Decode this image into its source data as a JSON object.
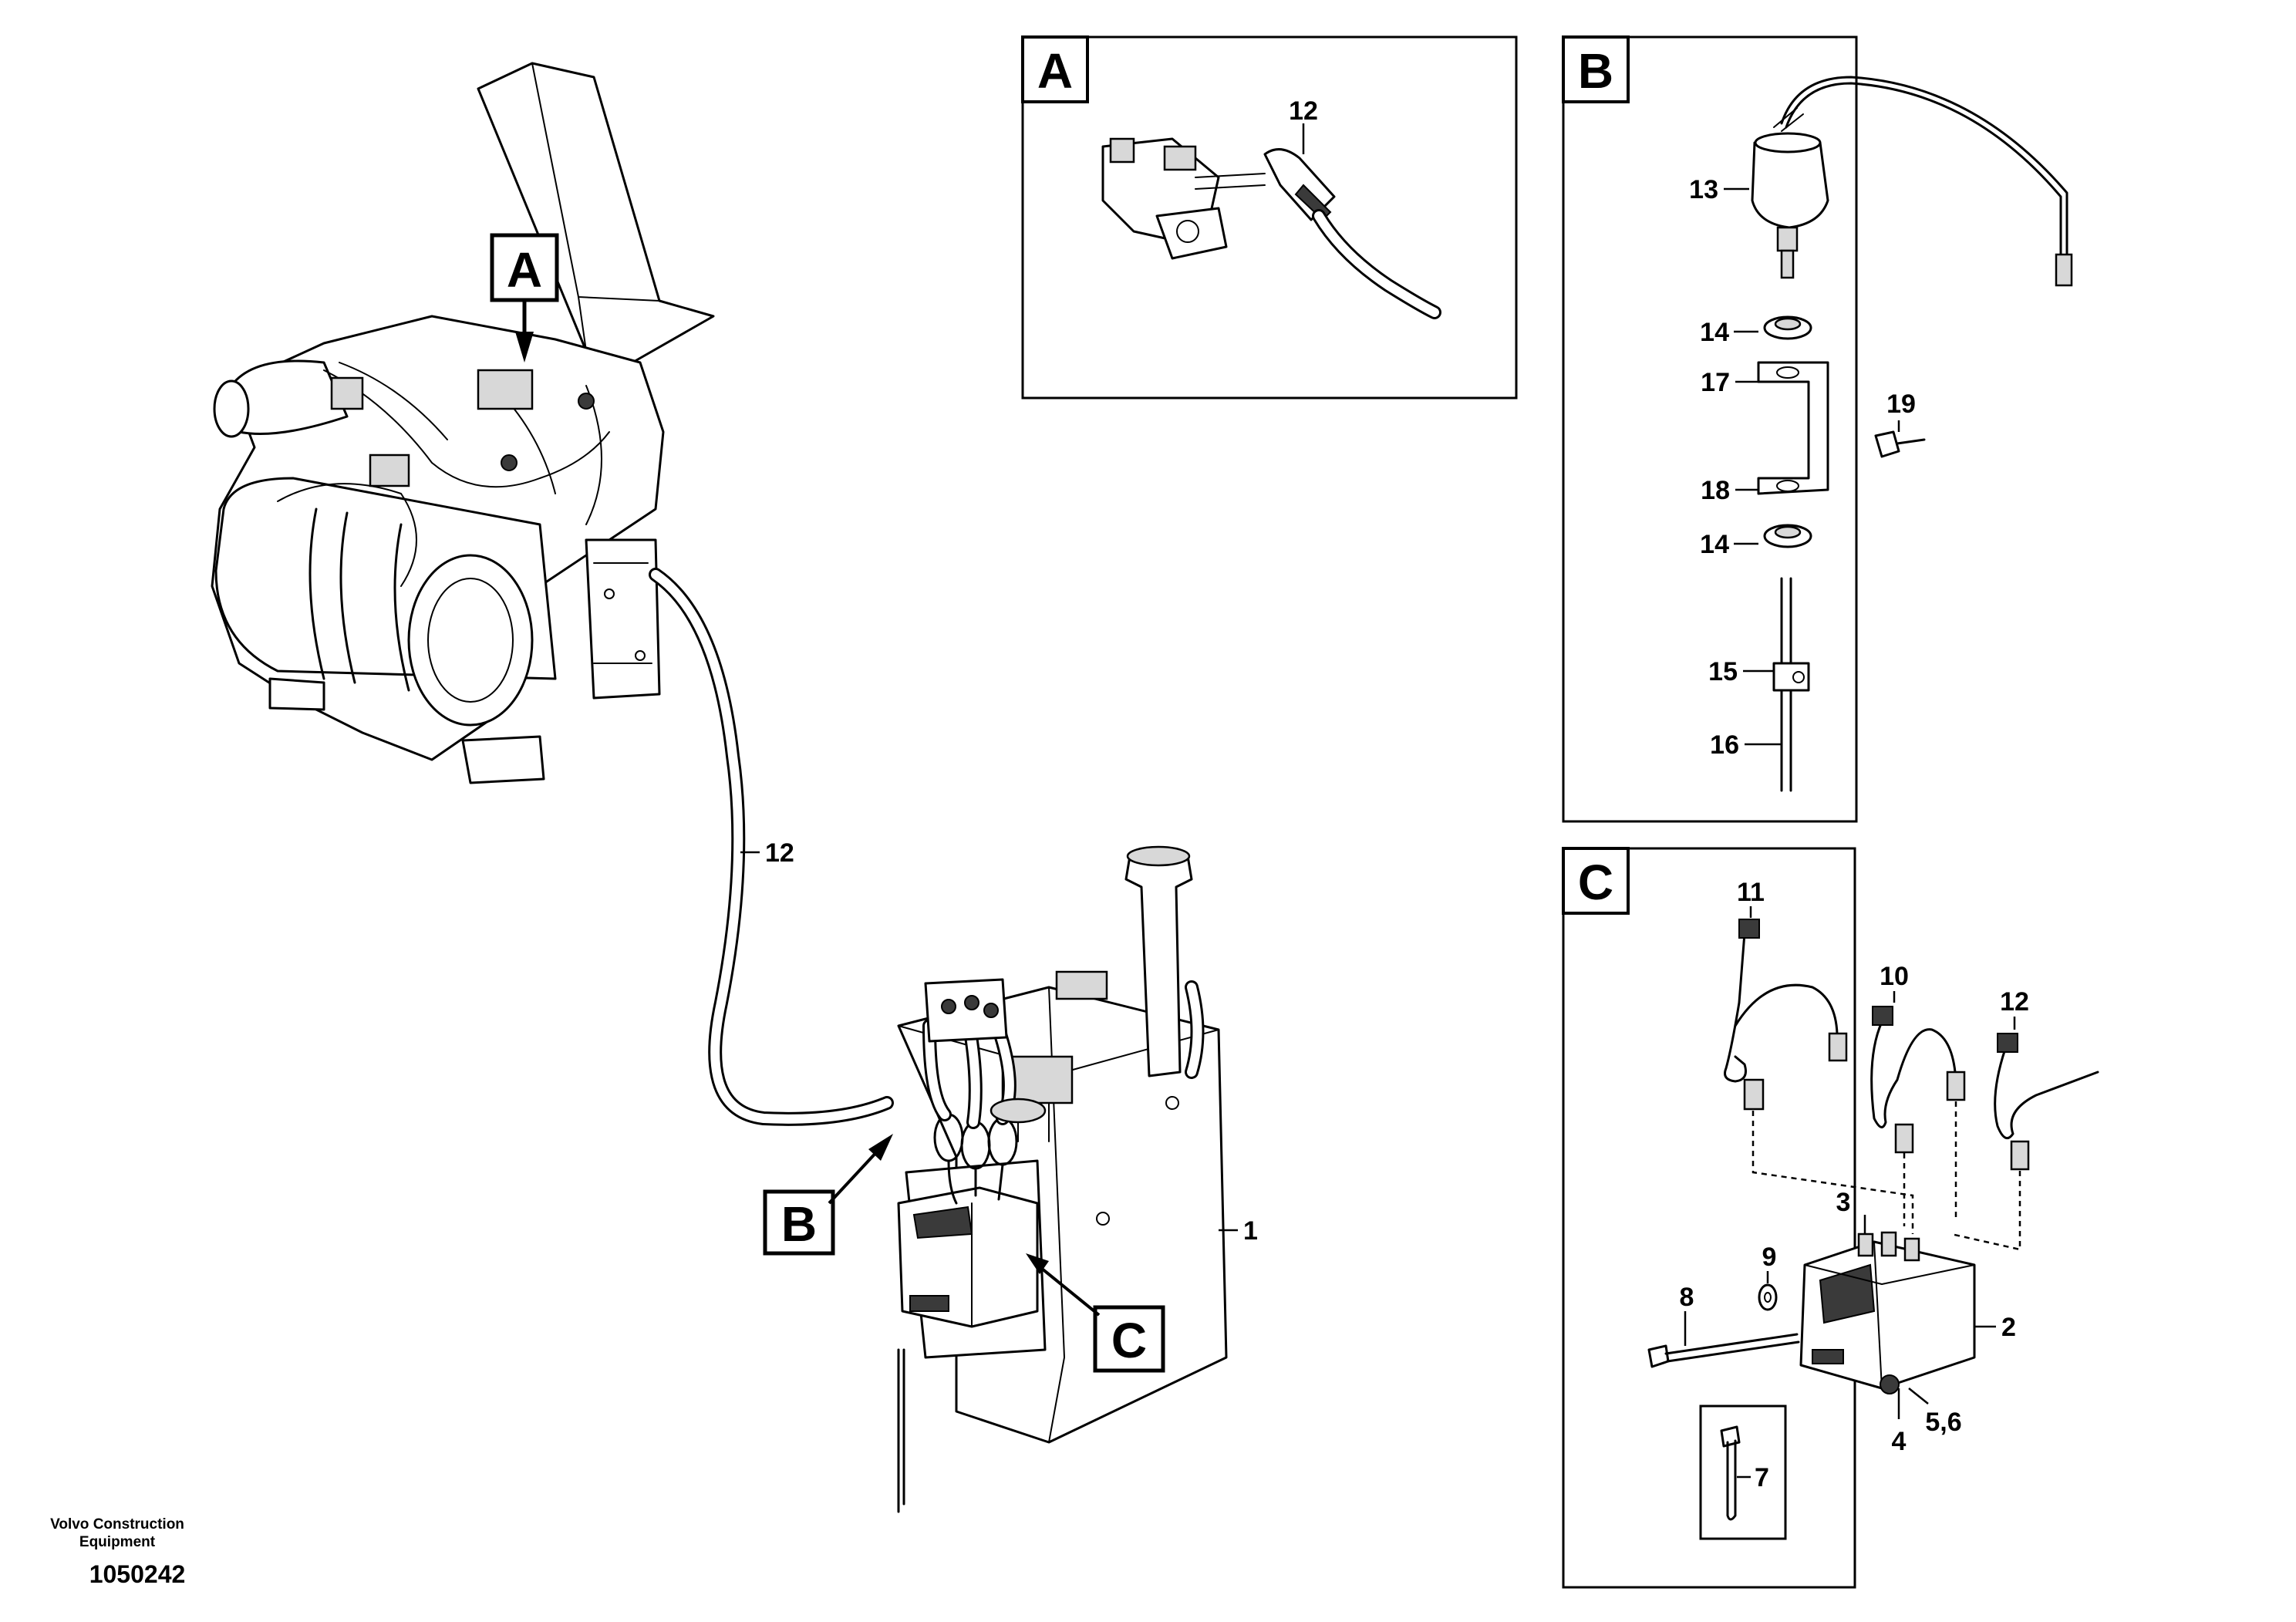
{
  "views": {
    "a": {
      "letter": "A"
    },
    "b": {
      "letter": "B"
    },
    "c": {
      "letter": "C"
    }
  },
  "callouts": {
    "main_a": "A",
    "main_b": "B",
    "main_c": "C",
    "main_12": "12",
    "main_1": "1",
    "a_12": "12",
    "b_13": "13",
    "b_14_top": "14",
    "b_17": "17",
    "b_19": "19",
    "b_18": "18",
    "b_14_bottom": "14",
    "b_15": "15",
    "b_16": "16",
    "c_11": "11",
    "c_10": "10",
    "c_12": "12",
    "c_3": "3",
    "c_9": "9",
    "c_8": "8",
    "c_2": "2",
    "c_4": "4",
    "c_56": "5,6",
    "c_7": "7"
  },
  "footer": {
    "company_line1": "Volvo Construction",
    "company_line2": "Equipment",
    "drawing_number": "1050242"
  }
}
